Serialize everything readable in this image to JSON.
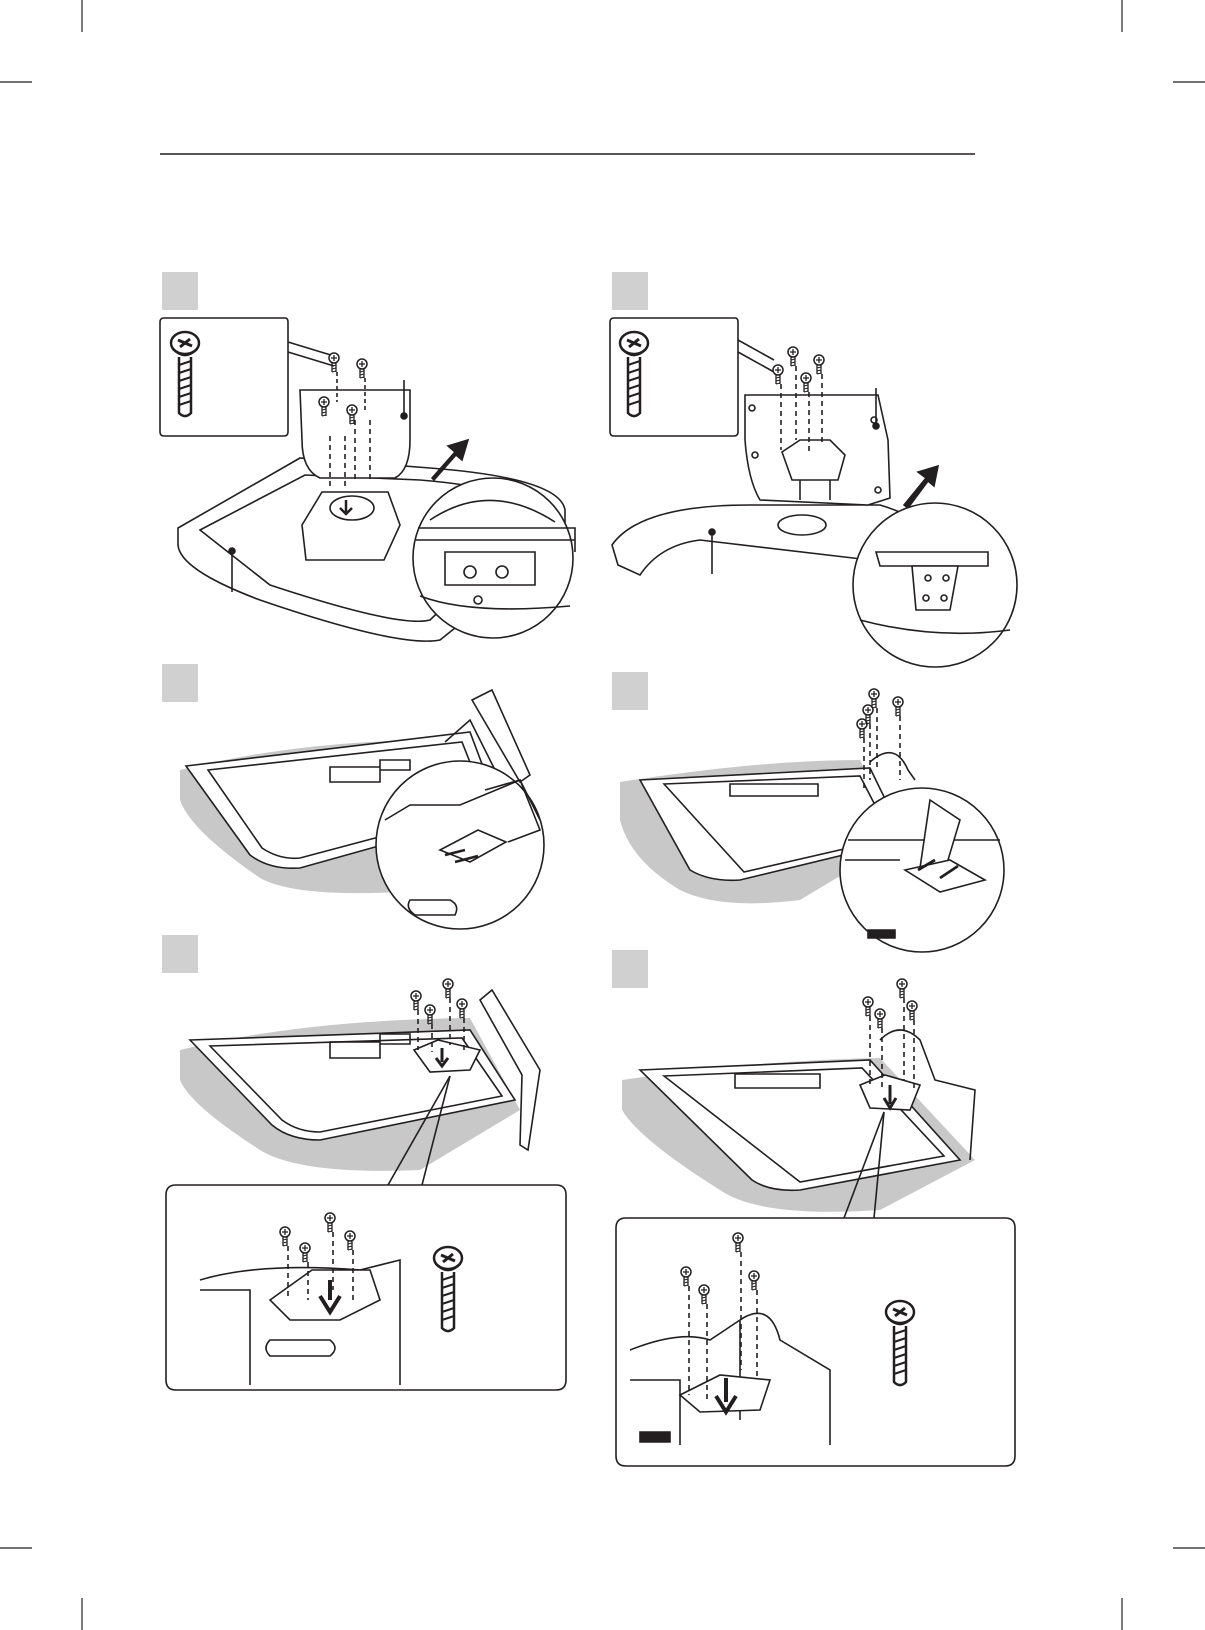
{
  "page": {
    "background": "#ffffff",
    "line_color": "#231f20",
    "step_box_color": "#d0d0d0",
    "shadow_color": "#c8c8c8"
  },
  "steps": [
    {
      "id": "step-1-left",
      "label": ""
    },
    {
      "id": "step-1-right",
      "label": ""
    },
    {
      "id": "step-2-left",
      "label": ""
    },
    {
      "id": "step-2-right",
      "label": ""
    },
    {
      "id": "step-3-left",
      "label": ""
    },
    {
      "id": "step-3-right",
      "label": ""
    }
  ],
  "icons": {
    "screw": "screw-icon",
    "arrow": "arrow-icon",
    "magnifier": "detail-callout"
  }
}
